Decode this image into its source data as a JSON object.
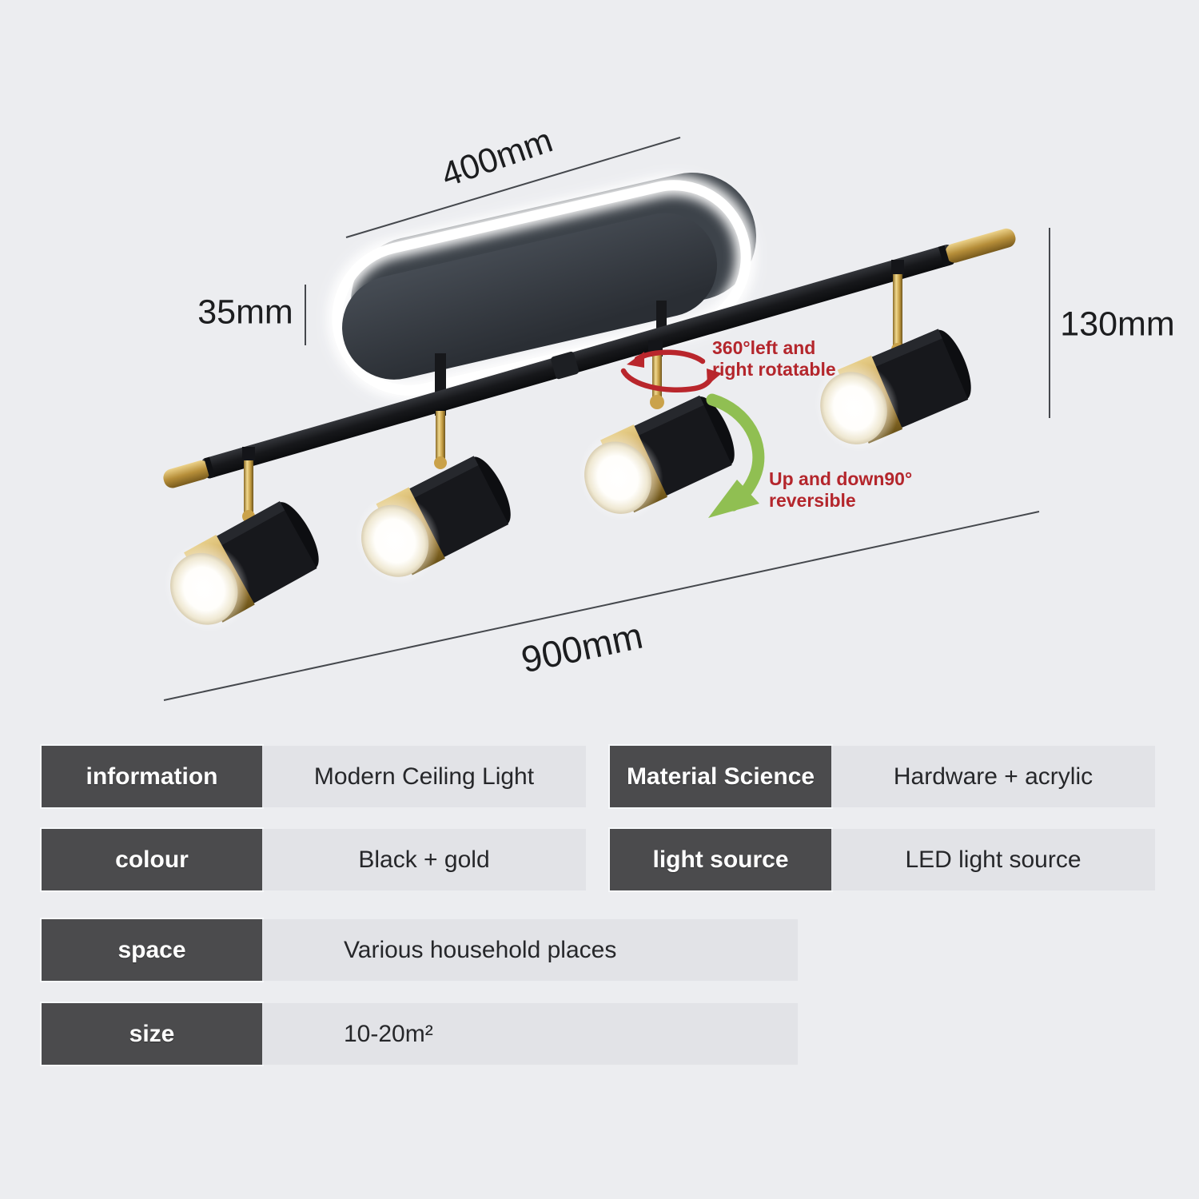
{
  "background": "#ecedf0",
  "dimensions": {
    "plate_width": "400mm",
    "plate_thickness": "35mm",
    "spot_height": "130mm",
    "track_length": "900mm"
  },
  "annotations": {
    "rotation_line1": "360°left and",
    "rotation_line2": "right rotatable",
    "tilt_line1": "Up and down90°",
    "tilt_line2": "reversible"
  },
  "colors": {
    "annotation_red": "#b4262c",
    "arrow_green": "#90bf52",
    "gold": "#c8a254",
    "lamp_black": "#17181b",
    "table_label_bg": "#4b4b4d",
    "table_value_bg": "#e2e3e7"
  },
  "spec_table": {
    "cells": [
      {
        "label": "information",
        "value": "Modern Ceiling Light"
      },
      {
        "label": "Material Science",
        "value": "Hardware + acrylic"
      },
      {
        "label": "colour",
        "value": "Black + gold"
      },
      {
        "label": "light source",
        "value": "LED light source"
      },
      {
        "label": "space",
        "value": "Various household places"
      },
      {
        "label": "size",
        "value": "10-20m²"
      }
    ]
  }
}
